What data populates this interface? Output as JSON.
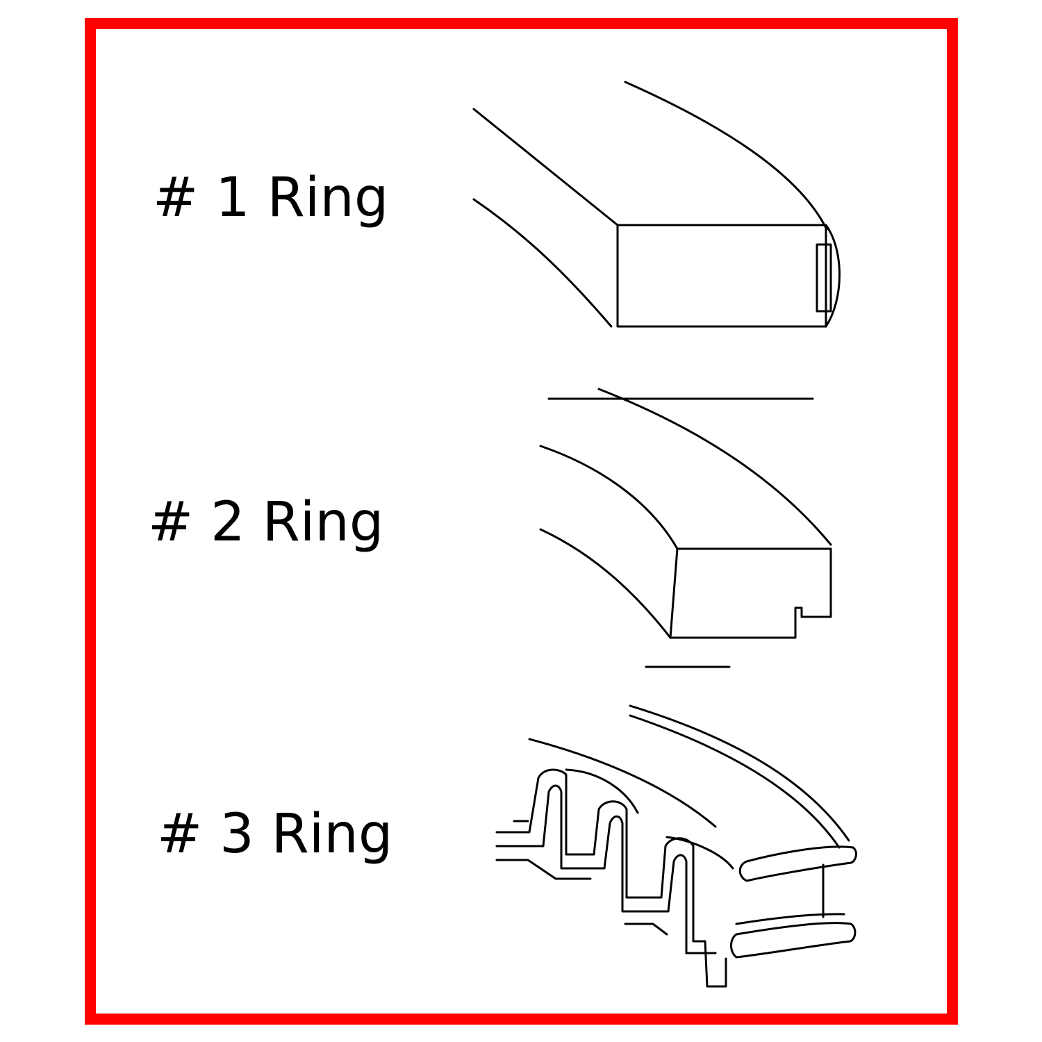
{
  "rings": [
    {
      "label": "# 1 Ring",
      "illustration": "ring-1-profile"
    },
    {
      "label": "# 2 Ring",
      "illustration": "ring-2-profile"
    },
    {
      "label": "# 3 Ring",
      "illustration": "ring-3-profile"
    }
  ],
  "colors": {
    "frame": "#ff0000",
    "background": "#ffffff",
    "text": "#000000"
  }
}
